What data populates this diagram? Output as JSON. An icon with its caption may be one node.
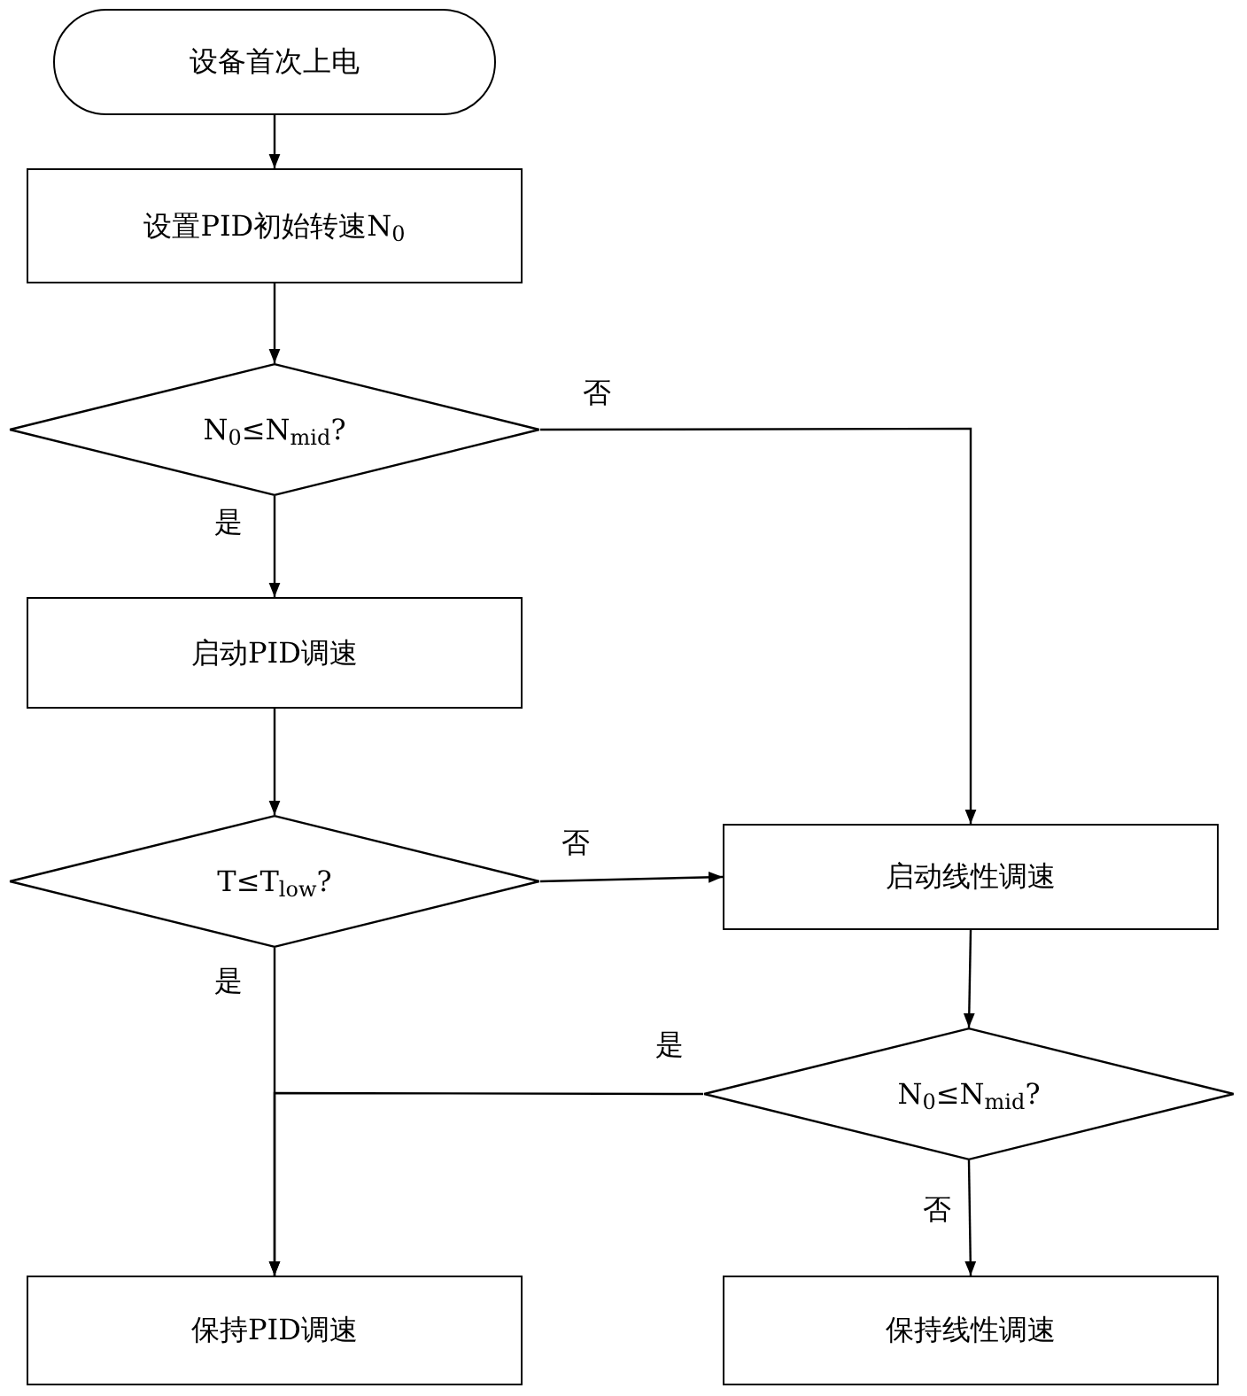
{
  "diagram": {
    "nodes": [
      {
        "text": [
          "设备首次上电"
        ]
      },
      {
        "text": [
          "设置PID初始转速N$_{0}$"
        ]
      },
      {
        "text": [
          "N$_{0}$≤N$_{mid}$?"
        ]
      },
      {
        "text": [
          "启动PID调速"
        ]
      },
      {
        "text": [
          "T≤T$_{low}$?"
        ]
      },
      {
        "text": [
          "启动线性调速"
        ]
      },
      {
        "text": [
          "N$_{0}$≤N$_{mid}$?"
        ]
      },
      {
        "text": [
          "保持PID调速"
        ]
      },
      {
        "text": [
          "保持线性调速"
        ]
      }
    ],
    "edges": [
      {
        "from": 0,
        "to": 1,
        "arrow": "to"
      },
      {
        "from": 1,
        "to": 2,
        "arrow": "to"
      },
      {
        "from": 2,
        "to": 3,
        "arrow": "to",
        "label": "是"
      },
      {
        "from": 2,
        "to": 5,
        "arrow": "to",
        "label": "否"
      },
      {
        "from": 3,
        "to": 4,
        "arrow": "to"
      },
      {
        "from": 4,
        "to": 5,
        "arrow": "to",
        "label": "否"
      },
      {
        "from": 4,
        "to": 7,
        "arrow": "to",
        "label": "是"
      },
      {
        "from": 5,
        "to": 6,
        "arrow": "to"
      },
      {
        "from": 6,
        "to": 7,
        "arrow": "to",
        "label": "是"
      },
      {
        "from": 6,
        "to": 8,
        "arrow": "to",
        "label": "否"
      }
    ]
  }
}
